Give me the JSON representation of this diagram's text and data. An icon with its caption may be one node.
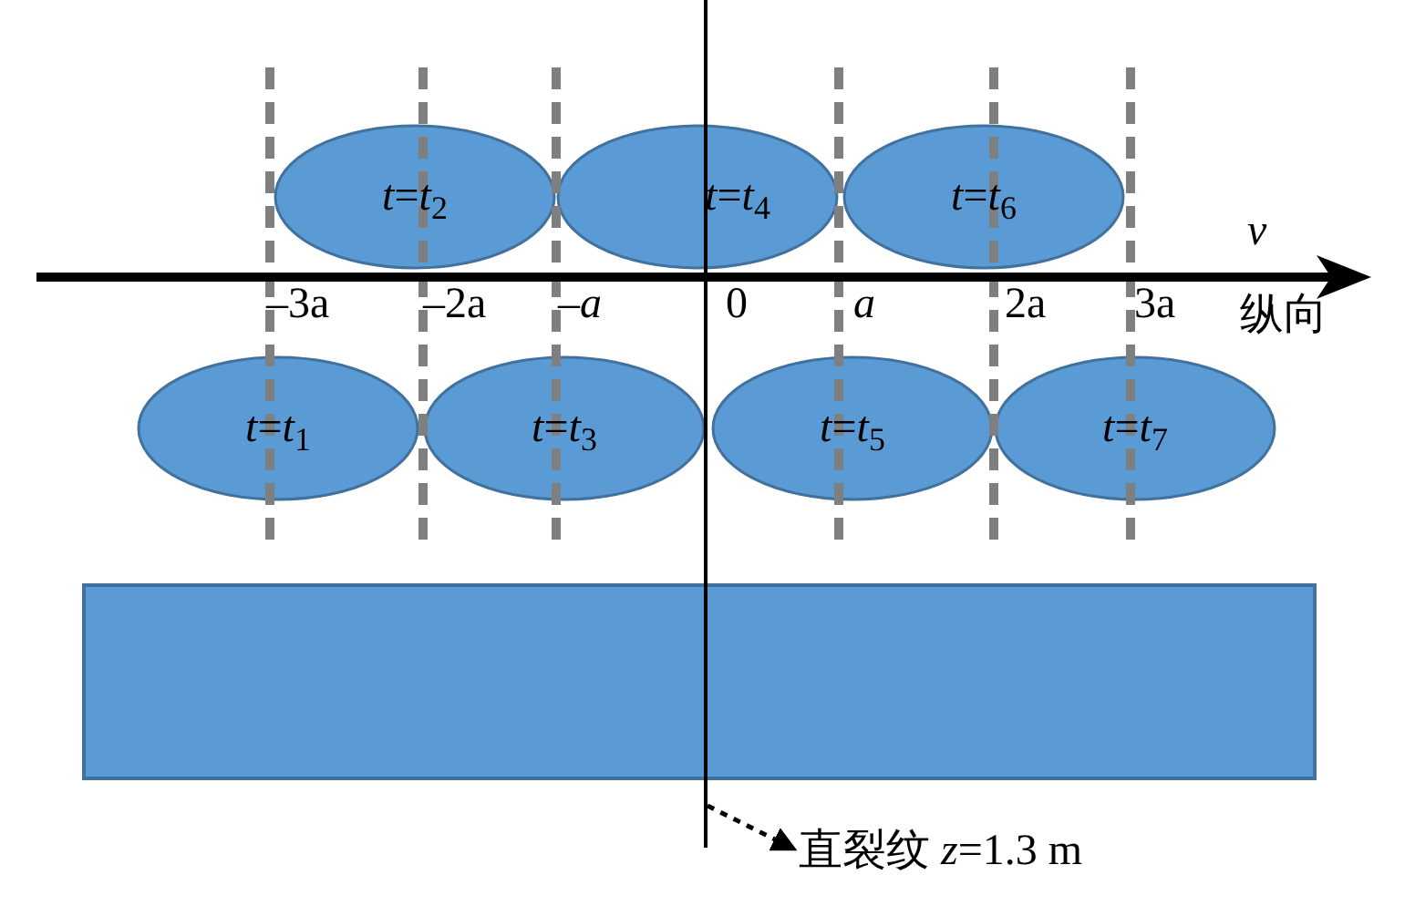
{
  "diagram": {
    "nodes": [
      {
        "text": [
          "*t*=*t*$_{2}$"
        ]
      },
      {
        "text": [
          "*t*=*t*$_{4}$"
        ]
      },
      {
        "text": [
          "*t*=*t*$_{6}$"
        ]
      },
      {
        "text": [
          "*t*=*t*$_{1}$"
        ]
      },
      {
        "text": [
          "*t*=*t*$_{3}$"
        ]
      },
      {
        "text": [
          "*t*=*t*$_{5}$"
        ]
      },
      {
        "text": [
          "*t*=*t*$_{7}$"
        ]
      },
      {
        "text": [],
        "shape": "box"
      },
      {
        "text": [],
        "shape": "line"
      },
      {
        "text": [
          "直裂纹 *z*=1.3 m"
        ]
      }
    ],
    "edges": [
      {
        "from": 8,
        "to": 9,
        "arrow": "to",
        "style": "dashed"
      }
    ],
    "labels": [
      "v",
      "–3a",
      "–2a",
      "–*a*",
      "0",
      "*a*",
      "2a",
      "3a",
      "纵向"
    ]
  }
}
